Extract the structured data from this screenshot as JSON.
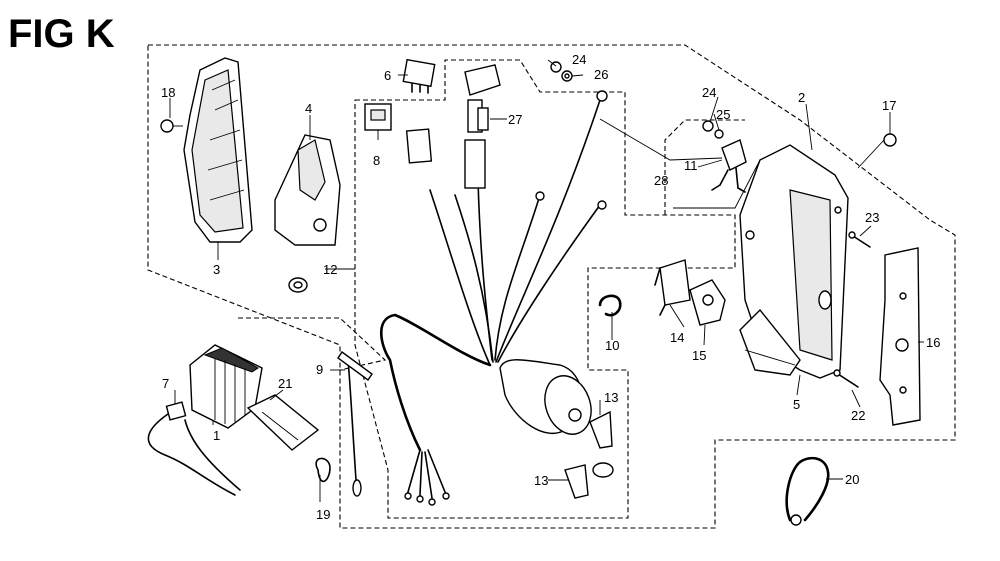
{
  "figure": {
    "title": "FIG K"
  },
  "callouts": {
    "c1": "1",
    "c2": "2",
    "c3": "3",
    "c4": "4",
    "c5": "5",
    "c6": "6",
    "c7": "7",
    "c8": "8",
    "c9": "9",
    "c10": "10",
    "c11": "11",
    "c12": "12",
    "c13a": "13",
    "c13b": "13",
    "c14": "14",
    "c15": "15",
    "c16": "16",
    "c17": "17",
    "c18": "18",
    "c19": "19",
    "c20": "20",
    "c21": "21",
    "c22": "22",
    "c23": "23",
    "c24a": "24",
    "c24b": "24",
    "c25": "25",
    "c26": "26",
    "c27": "27",
    "c28": "28"
  }
}
